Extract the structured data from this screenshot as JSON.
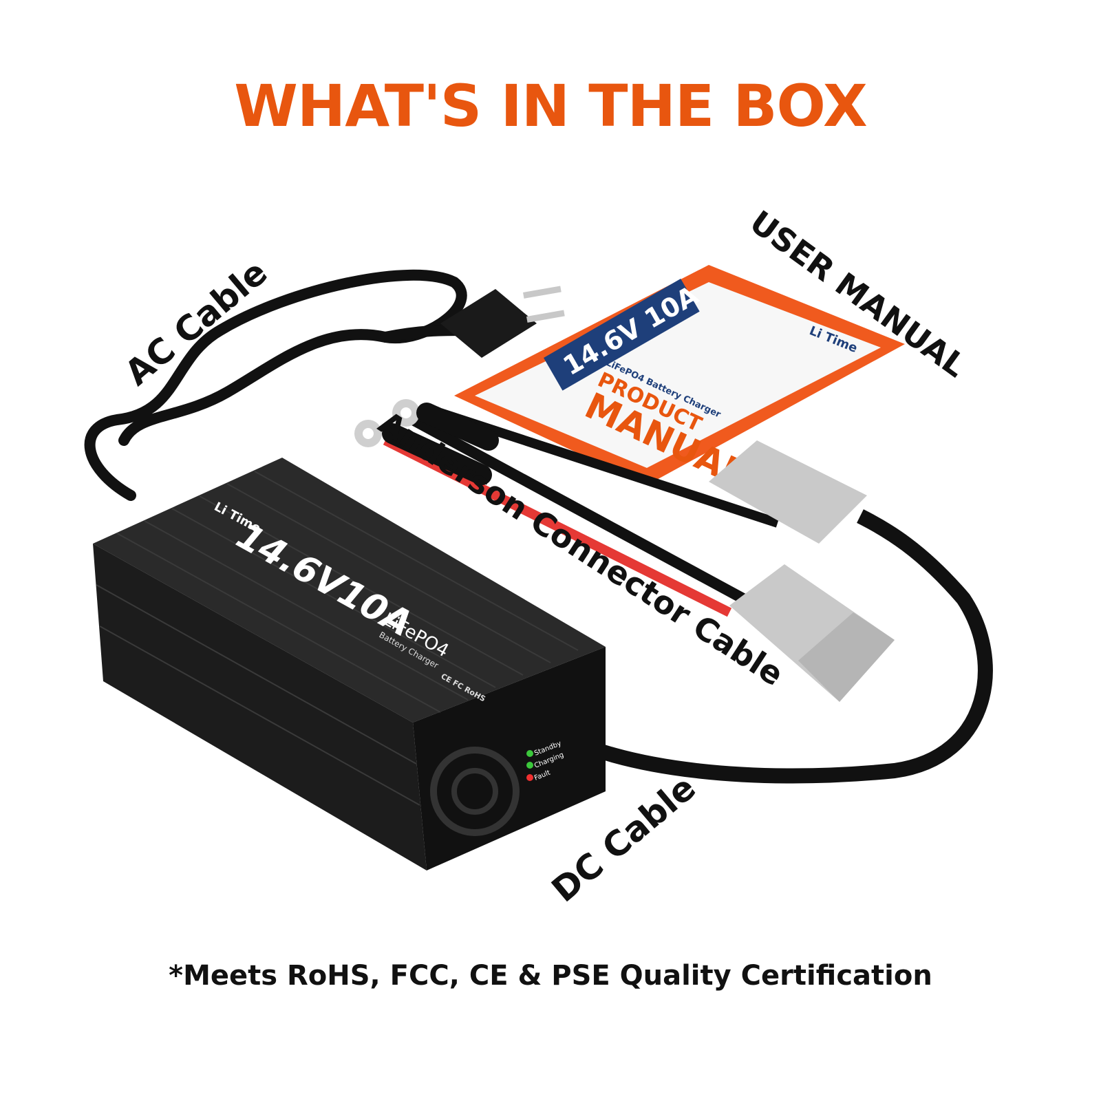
{
  "title": "WHAT'S IN THE BOX",
  "labels": {
    "ac_cable": "AC Cable",
    "user_manual": "USER MANUAL",
    "anderson": "Anderson Connector Cable",
    "dc_cable": "DC Cable"
  },
  "manual": {
    "spec": "14.6V 10A",
    "subtitle": "LiFePO4 Battery Charger",
    "line1": "PRODUCT",
    "line2": "MANUAL",
    "brand": "Li Time"
  },
  "charger": {
    "brand": "Li Time",
    "spec": "14.6V10A",
    "chem": "LiFePO4",
    "sub": "Battery Charger",
    "certs": "CE FC RoHS",
    "leds": [
      "Standby",
      "Charging",
      "Fault"
    ]
  },
  "footer": "*Meets RoHS, FCC, CE & PSE Quality Certification",
  "colors": {
    "accent": "#E8560F",
    "manual_blue": "#1E3F7A",
    "cable_red": "#E53935",
    "led_green": "#3CC83C",
    "led_red": "#F03030"
  }
}
